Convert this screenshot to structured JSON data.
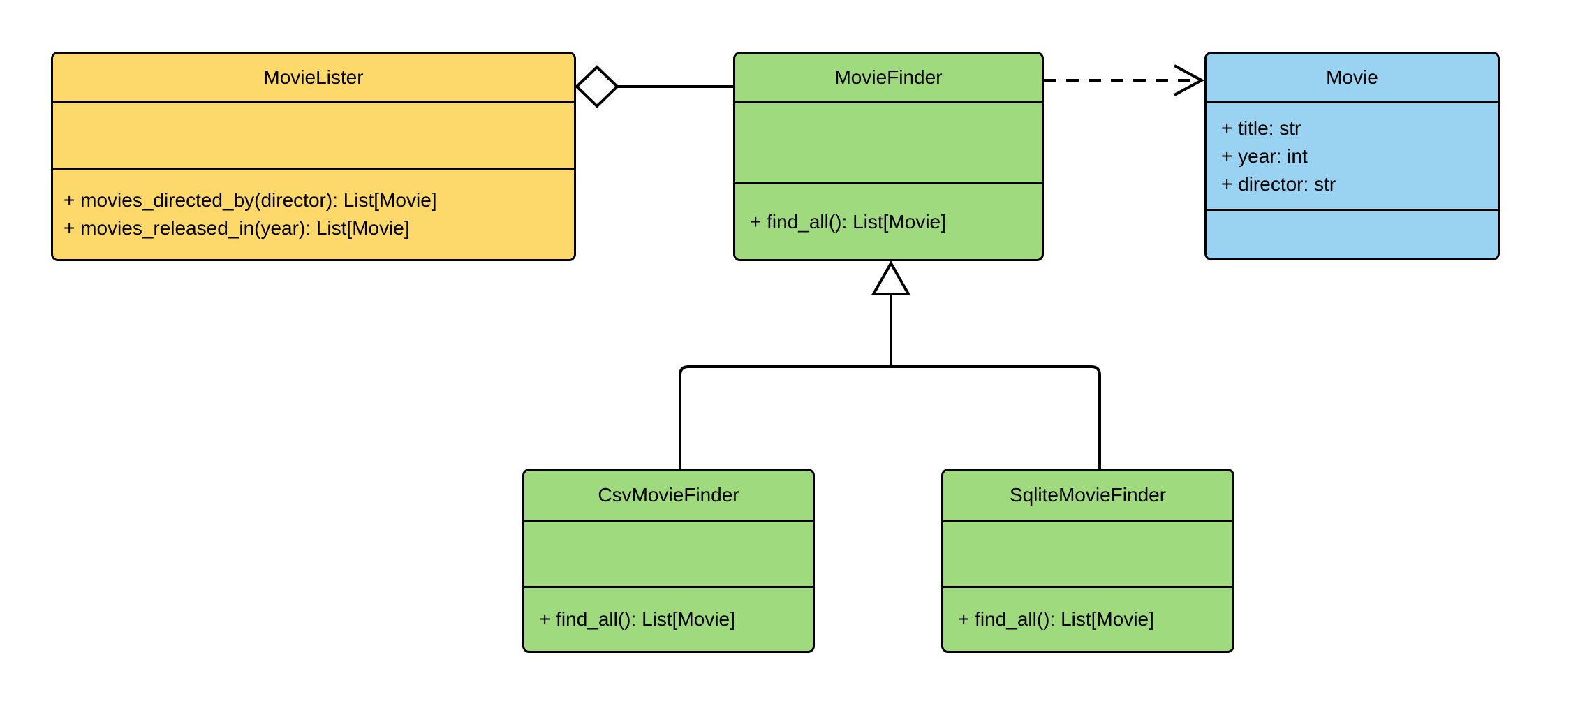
{
  "diagram": {
    "kind": "uml-class-diagram",
    "background": "#ffffff",
    "line_color": "#000000",
    "text_color": "#000000"
  },
  "classes": {
    "movie_lister": {
      "name": "MovieLister",
      "fill": "#FDD96B",
      "attributes": [],
      "methods": [
        "+ movies_directed_by(director): List[Movie]",
        "+ movies_released_in(year): List[Movie]"
      ]
    },
    "movie_finder": {
      "name": "MovieFinder",
      "fill": "#A0DA7E",
      "attributes": [],
      "methods": [
        "+ find_all(): List[Movie]"
      ]
    },
    "movie": {
      "name": "Movie",
      "fill": "#9AD2F2",
      "attributes": [
        "+ title: str",
        "+ year: int",
        "+ director: str"
      ],
      "methods": []
    },
    "csv_movie_finder": {
      "name": "CsvMovieFinder",
      "fill": "#A0DA7E",
      "attributes": [],
      "methods": [
        "+ find_all(): List[Movie]"
      ]
    },
    "sqlite_movie_finder": {
      "name": "SqliteMovieFinder",
      "fill": "#A0DA7E",
      "attributes": [],
      "methods": [
        "+ find_all(): List[Movie]"
      ]
    }
  },
  "relationships": [
    {
      "type": "aggregation",
      "from": "MovieLister",
      "to": "MovieFinder"
    },
    {
      "type": "dependency",
      "from": "MovieFinder",
      "to": "Movie"
    },
    {
      "type": "inheritance",
      "from": "CsvMovieFinder",
      "to": "MovieFinder"
    },
    {
      "type": "inheritance",
      "from": "SqliteMovieFinder",
      "to": "MovieFinder"
    }
  ]
}
